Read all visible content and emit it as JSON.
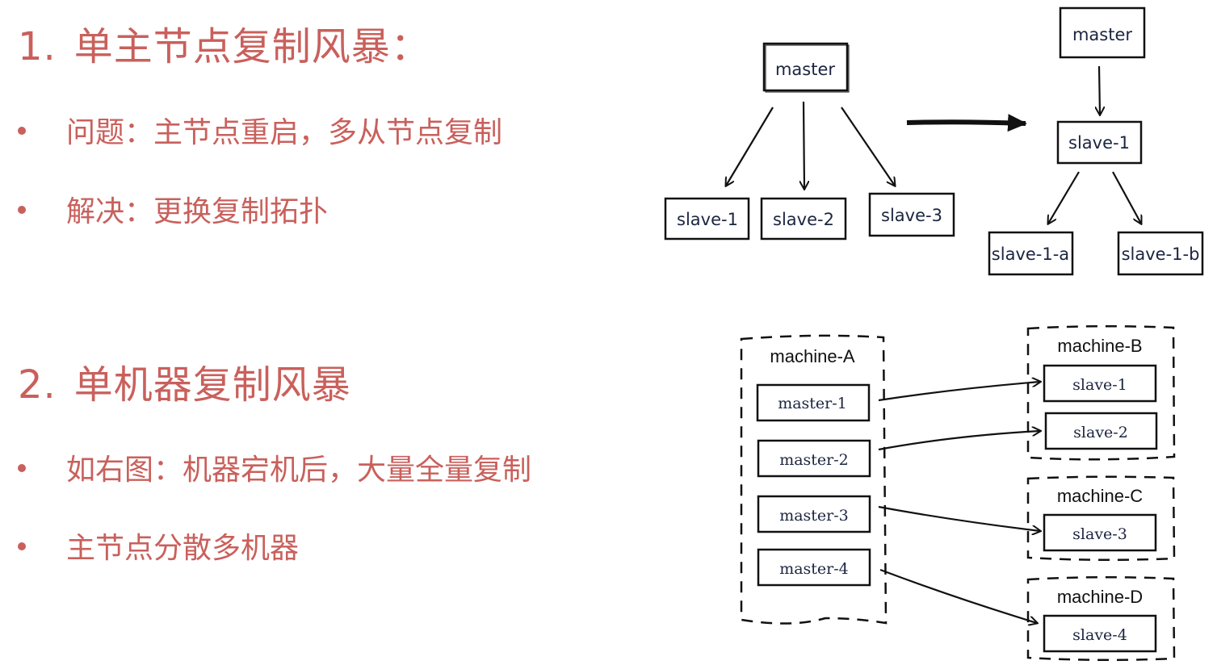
{
  "section1": {
    "number": "1.",
    "title": "单主节点复制风暴：",
    "bullets": [
      "问题：主节点重启，多从节点复制",
      "解决：更换复制拓扑"
    ]
  },
  "section2": {
    "number": "2.",
    "title": "单机器复制风暴",
    "bullets": [
      "如右图：机器宕机后，大量全量复制",
      "主节点分散多机器"
    ]
  },
  "diagram1": {
    "before": {
      "master": "master",
      "slaves": [
        "slave-1",
        "slave-2",
        "slave-3"
      ]
    },
    "after": {
      "master": "master",
      "mid": "slave-1",
      "leaves": [
        "slave-1-a",
        "slave-1-b"
      ]
    }
  },
  "diagram2": {
    "machine_a": {
      "label": "machine-A",
      "masters": [
        "master-1",
        "master-2",
        "master-3",
        "master-4"
      ]
    },
    "machine_b": {
      "label": "machine-B",
      "slaves": [
        "slave-1",
        "slave-2"
      ]
    },
    "machine_c": {
      "label": "machine-C",
      "slaves": [
        "slave-3"
      ]
    },
    "machine_d": {
      "label": "machine-D",
      "slaves": [
        "slave-4"
      ]
    }
  }
}
